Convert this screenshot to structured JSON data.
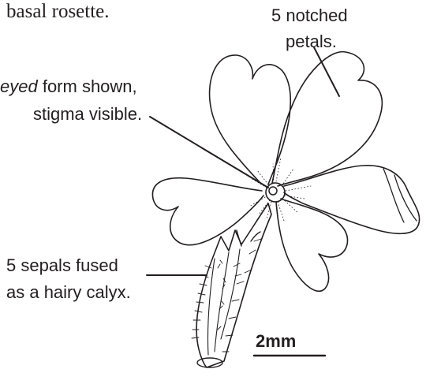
{
  "labels": {
    "top_fragment": "basal rosette.",
    "petals_line1": "5 notched",
    "petals_line2": "petals.",
    "eyed_italic": "eyed",
    "eyed_rest": " form shown,",
    "stigma": "stigma visible.",
    "sepals_line1": "5 sepals fused",
    "sepals_line2": "as a hairy calyx.",
    "scale": "2mm"
  },
  "colors": {
    "ink": "#231f20",
    "background": "#ffffff"
  }
}
